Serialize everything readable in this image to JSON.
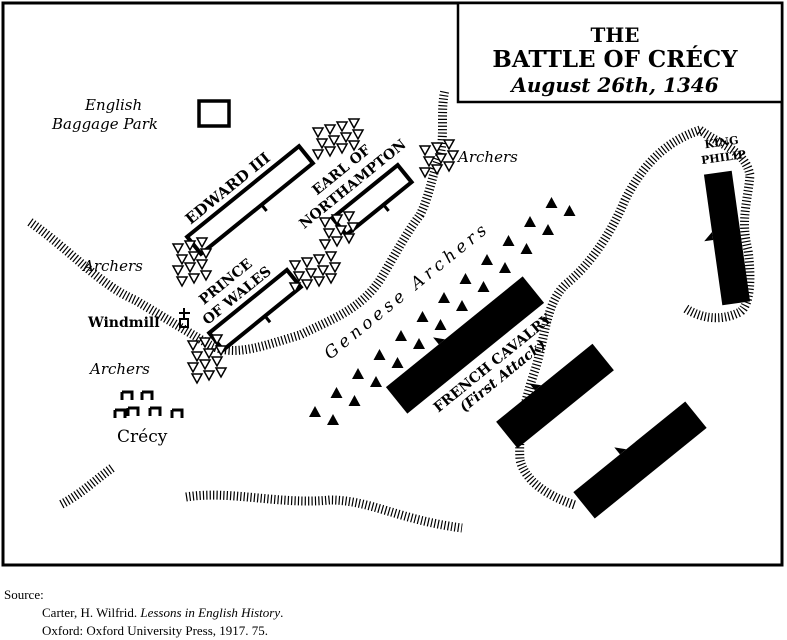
{
  "title": {
    "line1": "THE",
    "line2": "BATTLE OF CRÉCY",
    "line3": "August 26th, 1346"
  },
  "labels": {
    "baggage_1": "English",
    "baggage_2": "Baggage Park",
    "edward": "EDWARD III",
    "earl_1": "EARL OF",
    "earl_2": "NORTHAMPTON",
    "prince_1": "PRINCE",
    "prince_2": "OF WALES",
    "archers_left": "Archers",
    "archers_right": "Archers",
    "archers_lower": "Archers",
    "windmill": "Windmill",
    "crecy": "Crécy",
    "genoese": "Genoese Archers",
    "french_1": "FRENCH CAVALRY",
    "french_2": "(First Attack)",
    "king_1": "KING",
    "king_2": "PHILIP"
  },
  "source": {
    "heading": "Source:",
    "line1_author": "Carter, H. Wilfrid. ",
    "line1_title": "Lessons in English History",
    "line1_end": ".",
    "line2": "Oxford: Oxford University Press, 1917. 75."
  }
}
